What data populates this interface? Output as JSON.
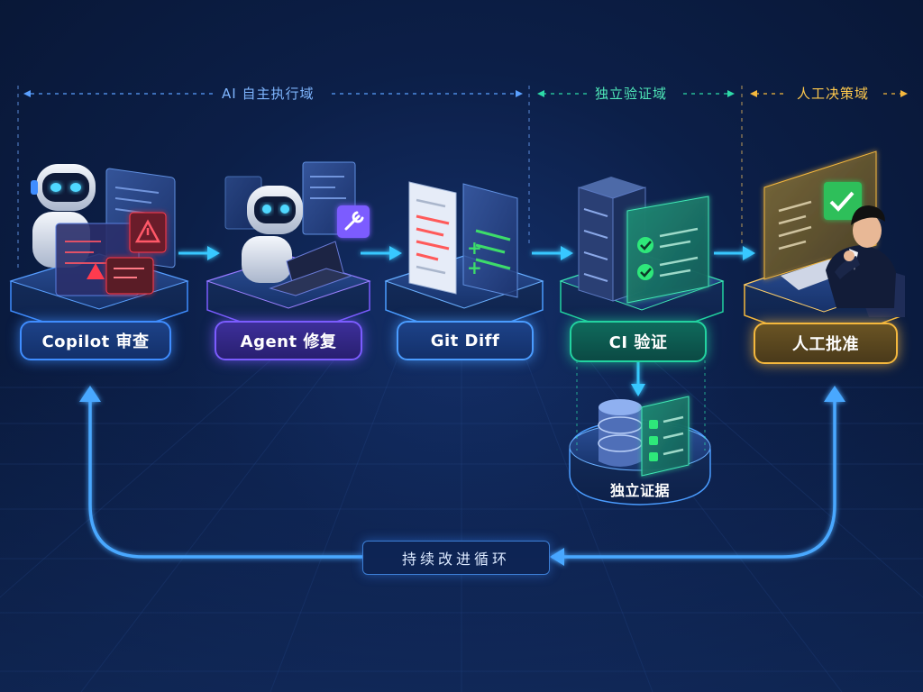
{
  "domains": {
    "ai": "AI 自主执行域",
    "verify": "独立验证域",
    "human": "人工决策域"
  },
  "nodes": {
    "copilot": "Copilot 审查",
    "agent": "Agent 修复",
    "gitdiff": "Git Diff",
    "ci": "CI 验证",
    "approval": "人工批准",
    "evidence": "独立证据"
  },
  "loop": {
    "label": "持续改进循环"
  },
  "colors": {
    "background": "#0c1f48",
    "copilot_accent": "#3f8dff",
    "agent_accent": "#7b5cff",
    "gitdiff_accent": "#4a9cff",
    "ci_accent": "#22d3a0",
    "approval_accent": "#f5b83d",
    "flow_arrow": "#38c8ff",
    "loop_line": "#4aa8ff",
    "alert_red": "#ff3b4e"
  },
  "icons": {
    "copilot": [
      "robot-icon",
      "warning-icon",
      "code-panel-icon"
    ],
    "agent": [
      "robot-icon",
      "laptop-icon",
      "wrench-icon"
    ],
    "gitdiff": [
      "diff-document-icon"
    ],
    "ci": [
      "server-icon",
      "checklist-icon"
    ],
    "evidence": [
      "database-icon",
      "checklist-icon"
    ],
    "approval": [
      "monitor-check-icon",
      "person-icon"
    ]
  }
}
